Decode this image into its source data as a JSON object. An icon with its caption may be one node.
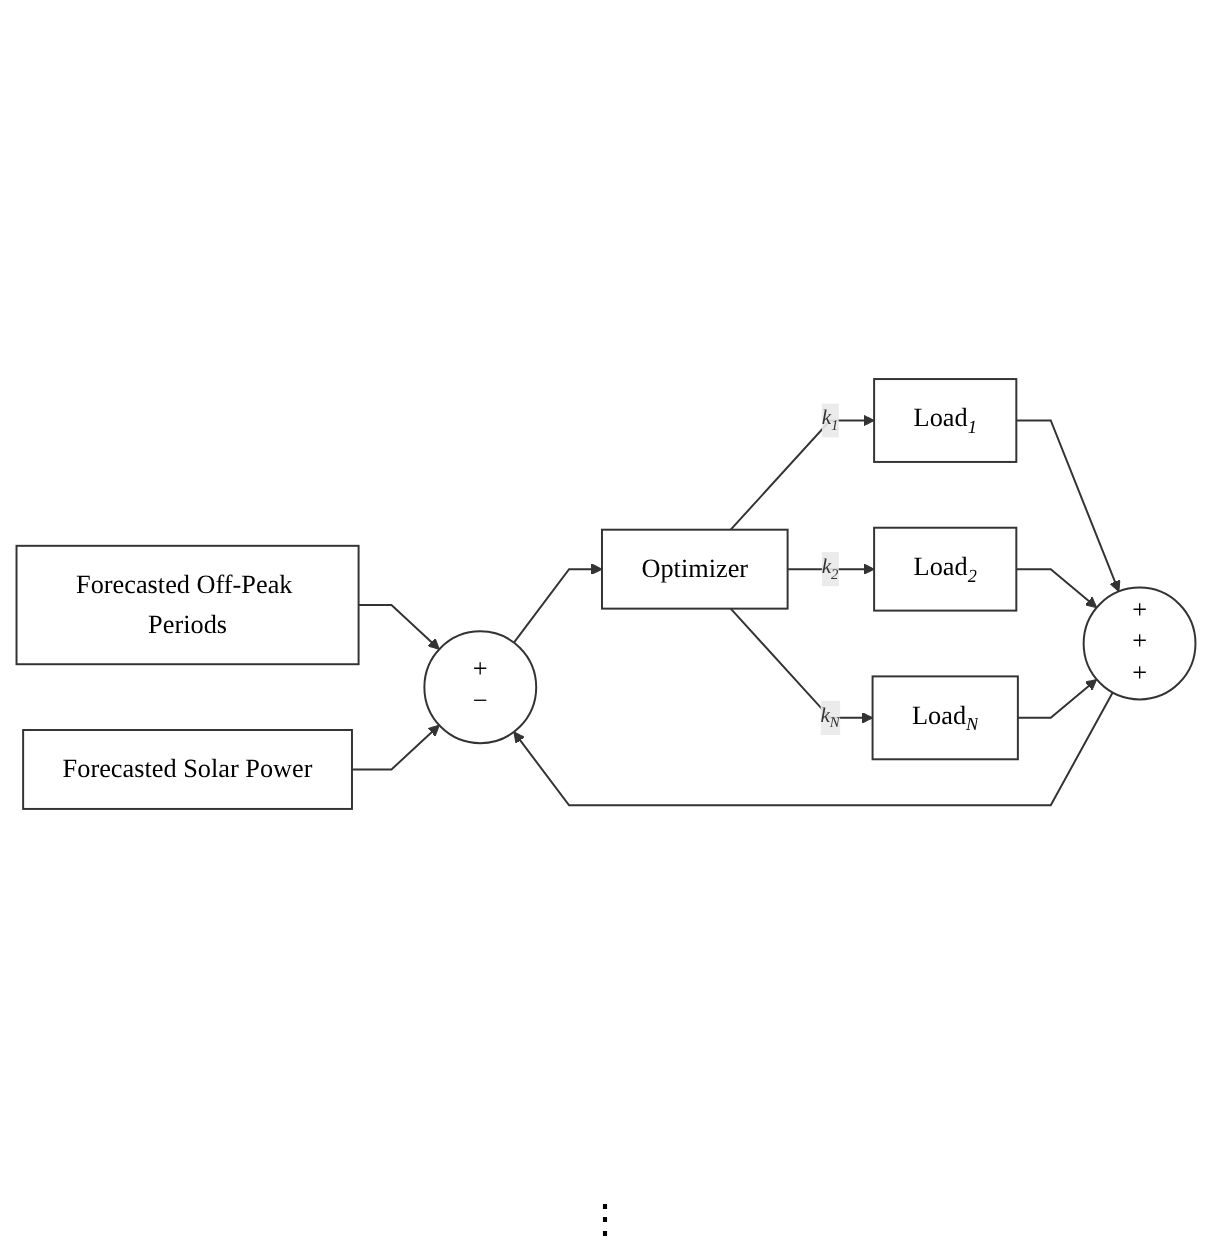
{
  "diagram": {
    "nodes": [
      {
        "text": [
          "Forecasted Off-Peak Periods"
        ]
      },
      {
        "text": [
          "Forecasted Solar Power"
        ]
      },
      {
        "text": [
          "Load$_{1}$"
        ]
      },
      {
        "text": [
          "Load$_{2}$"
        ]
      },
      {
        "text": [
          "Load$_{N}$"
        ]
      },
      {
        "text": [
          "+",
          "+",
          "+"
        ]
      },
      {
        "text": [
          "+",
          "−"
        ]
      },
      {
        "text": [
          "Optimizer"
        ]
      }
    ],
    "edges": [
      {
        "from": 0,
        "to": 6,
        "arrow": "to"
      },
      {
        "from": 1,
        "to": 6,
        "arrow": "to"
      },
      {
        "from": 2,
        "to": 5,
        "arrow": "to"
      },
      {
        "from": 3,
        "to": 5,
        "arrow": "to"
      },
      {
        "from": 4,
        "to": 5,
        "arrow": "to"
      },
      {
        "from": 5,
        "to": 6,
        "arrow": "to"
      },
      {
        "from": 6,
        "to": 7,
        "arrow": "to"
      },
      {
        "from": 7,
        "to": 2,
        "arrow": "to",
        "label": "k$_{1}$"
      },
      {
        "from": 7,
        "to": 3,
        "arrow": "to",
        "label": "k$_{2}$"
      },
      {
        "from": 7,
        "to": 4,
        "arrow": "to",
        "label": "k$_{N}$"
      }
    ],
    "labels": [
      "⋮"
    ]
  }
}
